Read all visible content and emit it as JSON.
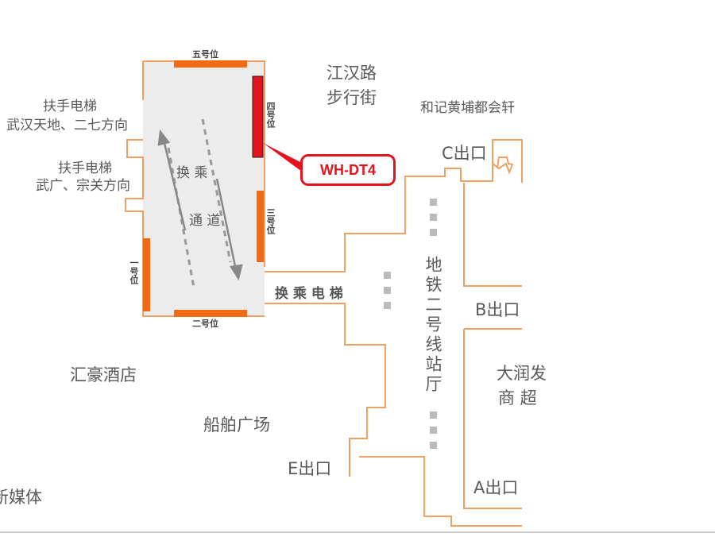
{
  "colors": {
    "wall": "#f0a060",
    "position_bar": "#f26a14",
    "highlight_position": "#e3141e",
    "hall_fill": "#ececec",
    "arrow": "#888888",
    "stair_marker": "#bbbbbb"
  },
  "positions": {
    "pos5": "五号位",
    "pos4": "四号位",
    "pos3": "三号位",
    "pos2": "二号位",
    "pos1": "一号位"
  },
  "ad_tag": "WH-DT4",
  "corridor": {
    "line1": "换 乘",
    "line2": "通 道"
  },
  "labels": {
    "escalator_top_1": "扶手电梯",
    "escalator_top_2": "武汉天地、二七方向",
    "escalator_bottom_1": "扶手电梯",
    "escalator_bottom_2": "武广、宗关方向",
    "street_1": "江汉路",
    "street_2": "步行街",
    "restaurant": "和记黄埔都会轩",
    "exit_c": "C出口",
    "exit_b": "B出口",
    "exit_a": "A出口",
    "exit_e": "E出口",
    "transfer_escalator": "换 乘 电 梯",
    "station_hall": "地铁二号线站厅",
    "mall_1": "大润发",
    "mall_2": "商   超",
    "hotel": "汇豪酒店",
    "square": "船舶广场",
    "footer_partial": "新媒体"
  }
}
